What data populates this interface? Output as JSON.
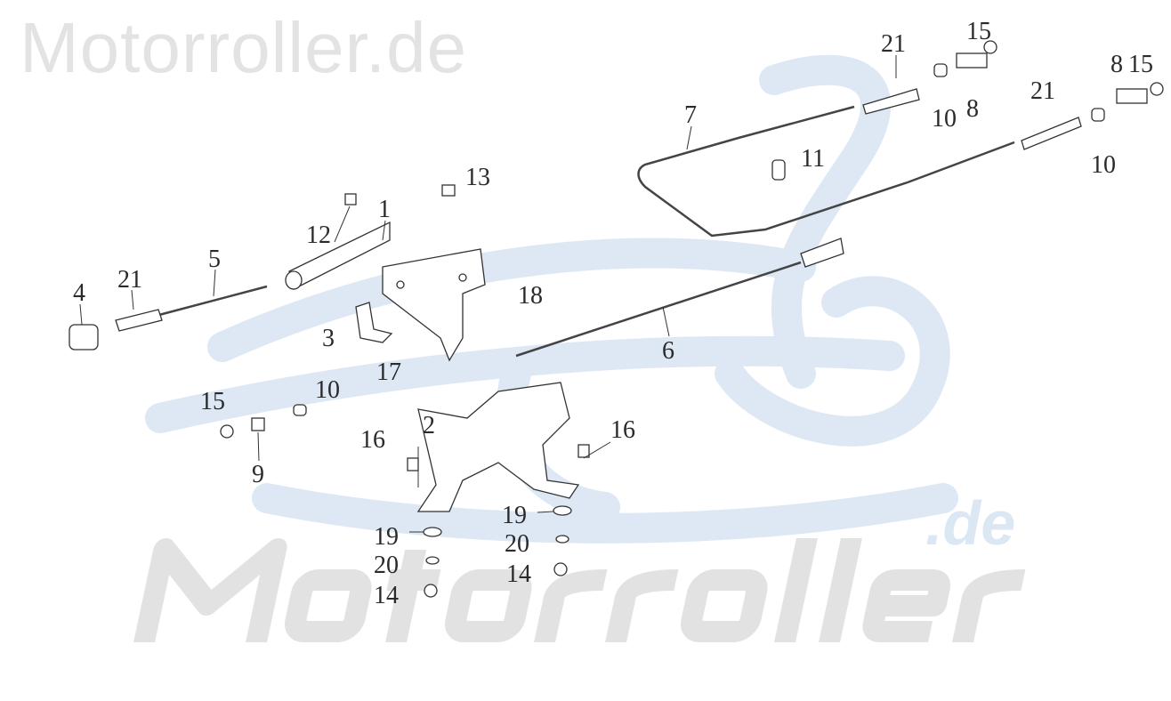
{
  "watermark": {
    "top": "Motorroller.de",
    "bottom": "Motorroller",
    "bottom_suffix": ".de"
  },
  "colors": {
    "watermark_gray": "#e2e2e2",
    "logo_blue": "#dbe7f3",
    "line": "#333333"
  },
  "callouts": [
    "21",
    "15",
    "8",
    "10",
    "8",
    "15",
    "21",
    "10",
    "7",
    "11",
    "13",
    "12",
    "1",
    "5",
    "21",
    "4",
    "18",
    "3",
    "17",
    "6",
    "15",
    "10",
    "9",
    "16",
    "2",
    "16",
    "19",
    "19",
    "20",
    "20",
    "14",
    "14"
  ]
}
